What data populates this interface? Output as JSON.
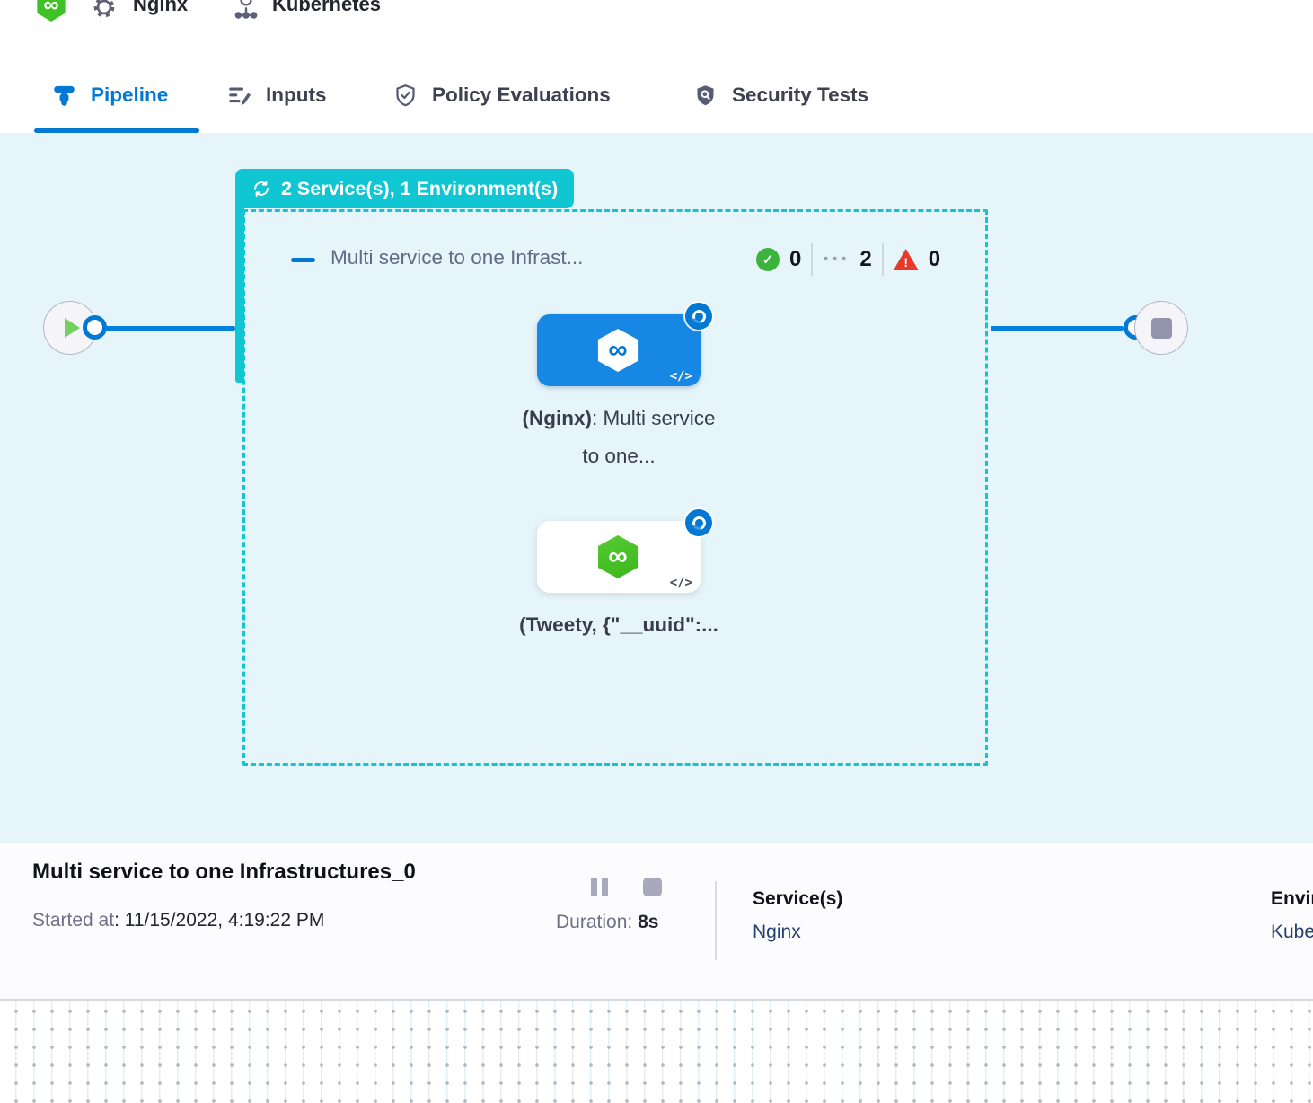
{
  "header": {
    "service_crumb": "Nginx",
    "env_crumb": "Kubernetes"
  },
  "tabs": [
    {
      "label": "Pipeline",
      "active": true
    },
    {
      "label": "Inputs",
      "active": false
    },
    {
      "label": "Policy Evaluations",
      "active": false
    },
    {
      "label": "Security Tests",
      "active": false
    }
  ],
  "canvas": {
    "badge_label": "2 Service(s), 1 Environment(s)",
    "group": {
      "title": "Multi service to one Infrast...",
      "success_count": "0",
      "running_count": "2",
      "failed_count": "0"
    },
    "stages": [
      {
        "label_bold": "(Nginx)",
        "label_rest": ": Multi service to one..."
      },
      {
        "label_bold": "(Tweety, {\"__uuid\":...",
        "label_rest": ""
      }
    ]
  },
  "footer": {
    "title": "Multi service to one Infrastructures_0",
    "started_label": "Started at",
    "started_value": ": 11/15/2022, 4:19:22 PM",
    "duration_label": "Duration:",
    "duration_value": "8s",
    "services_label": "Service(s)",
    "services_value": "Nginx",
    "environments_label": "Environment(s)",
    "environments_value": "Kubernetes"
  },
  "icons": {
    "infinity": "∞",
    "check": "✓",
    "warning": "!",
    "running_dots": "···",
    "code": "</>"
  },
  "colors": {
    "accent_blue": "#0278d5",
    "teal": "#0fc6d2",
    "canvas_bg": "#e6f5fa",
    "success_green": "#3cb43c",
    "error_red": "#e6382b",
    "card_blue": "#1787e4",
    "harness_green": "#3fc226"
  }
}
